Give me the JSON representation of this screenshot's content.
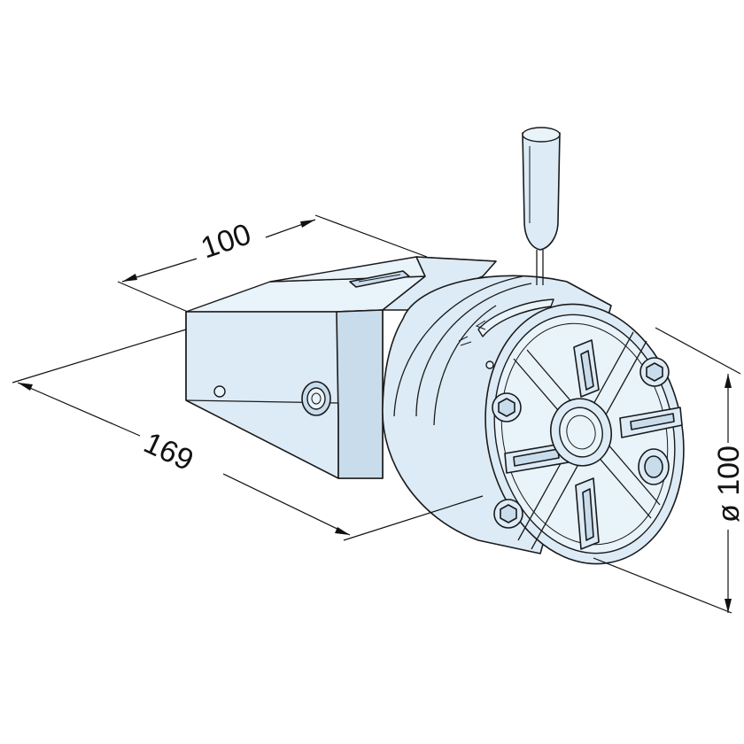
{
  "dimensions": {
    "length": "169",
    "width": "100",
    "diameter": "ø 100"
  }
}
